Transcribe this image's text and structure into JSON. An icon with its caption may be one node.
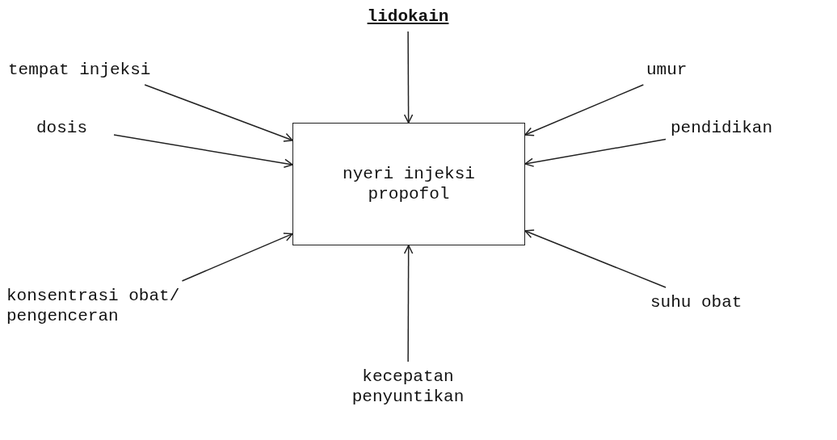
{
  "diagram": {
    "nodes": [
      {
        "text": [
          "lidokain"
        ]
      },
      {
        "text": [
          "tempat injeksi"
        ]
      },
      {
        "text": [
          "umur"
        ]
      },
      {
        "text": [
          "dosis"
        ]
      },
      {
        "text": [
          "nyeri injeksi propofol"
        ]
      },
      {
        "text": [
          "pendidikan"
        ]
      },
      {
        "text": [
          "konsentrasi obat/ pengenceran"
        ]
      },
      {
        "text": [
          "suhu obat"
        ]
      },
      {
        "text": [
          "kecepatan penyuntikan"
        ]
      }
    ],
    "edges": [
      {
        "from": 0,
        "to": 4,
        "arrow": "to"
      },
      {
        "from": 1,
        "to": 4,
        "arrow": "to"
      },
      {
        "from": 2,
        "to": 4,
        "arrow": "to"
      },
      {
        "from": 3,
        "to": 4,
        "arrow": "to"
      },
      {
        "from": 5,
        "to": 4,
        "arrow": "to"
      },
      {
        "from": 6,
        "to": 4,
        "arrow": "to"
      },
      {
        "from": 7,
        "to": 4,
        "arrow": "to"
      },
      {
        "from": 8,
        "to": 4,
        "arrow": "to"
      }
    ]
  }
}
